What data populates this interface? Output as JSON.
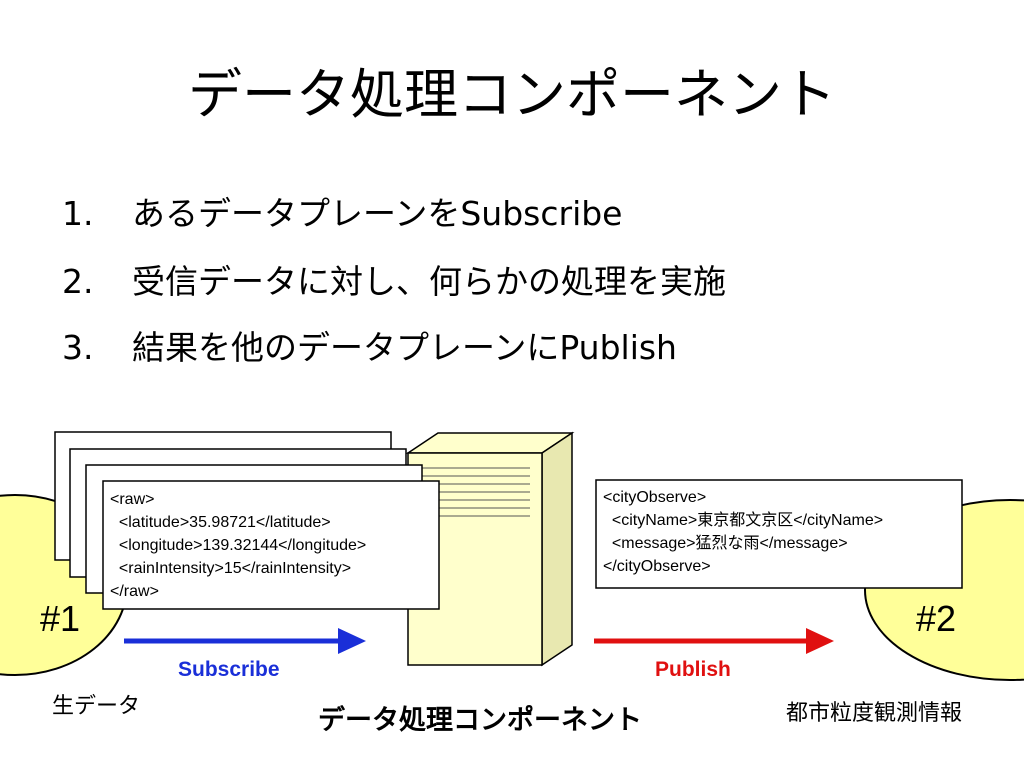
{
  "title": "データ処理コンポーネント",
  "steps": [
    {
      "num": "1.",
      "text": "あるデータプレーンをSubscribe"
    },
    {
      "num": "2.",
      "text": "受信データに対し、何らかの処理を実施"
    },
    {
      "num": "3.",
      "text": "結果を他のデータプレーンにPublish"
    }
  ],
  "diagram": {
    "raw_xml": "<raw>\n  <latitude>35.98721</latitude>\n  <longitude>139.32144</longitude>\n  <rainIntensity>15</rainIntensity>\n</raw>",
    "city_xml": "<cityObserve>\n  <cityName>東京都文京区</cityName>\n  <message>猛烈な雨</message>\n</cityObserve>",
    "subscribe_label": "Subscribe",
    "publish_label": "Publish",
    "raw_data_label": "生データ",
    "component_label": "データ処理コンポーネント",
    "city_info_label": "都市粒度観測情報",
    "plane1_label": "#1",
    "plane2_label": "#2"
  },
  "colors": {
    "plane_fill": "#ffff99",
    "server_fill": "#ffffcc",
    "subscribe_arrow": "#1a2fd8",
    "publish_arrow": "#e01010"
  }
}
